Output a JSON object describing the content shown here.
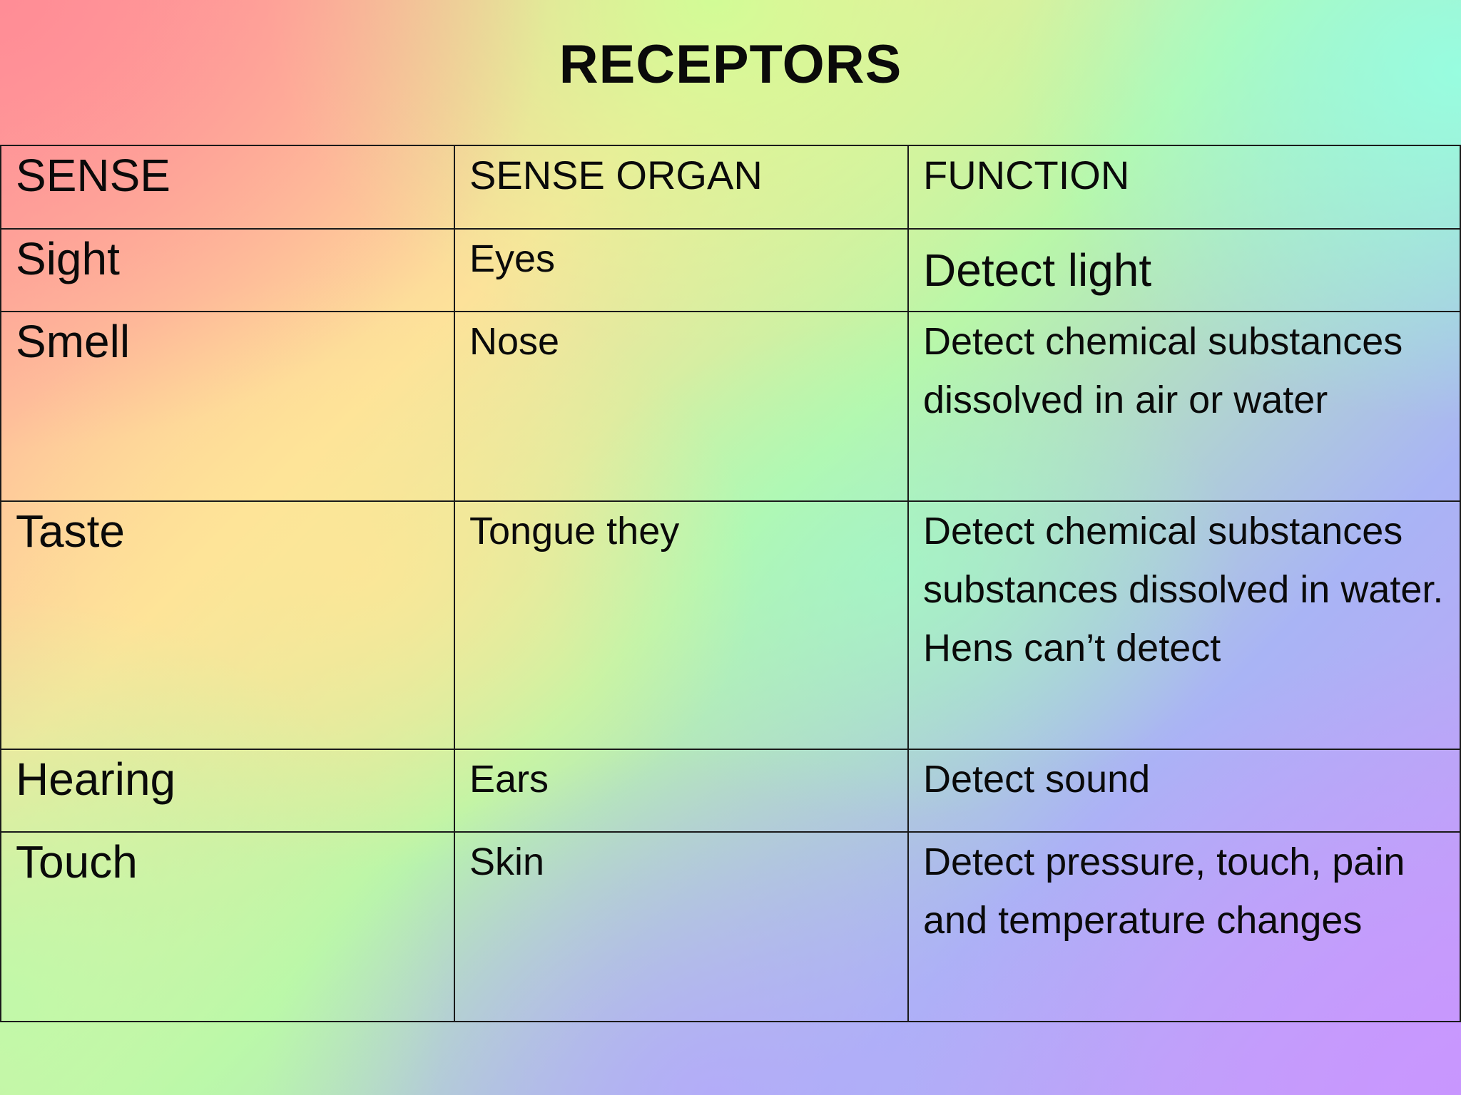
{
  "title": "RECEPTORS",
  "table": {
    "headers": [
      "SENSE",
      "SENSE ORGAN",
      "FUNCTION"
    ],
    "rows": [
      {
        "sense": "Sight",
        "organ": "Eyes",
        "function": "Detect light"
      },
      {
        "sense": "Smell",
        "organ": "Nose",
        "function": "Detect chemical substances dissolved in air or water"
      },
      {
        "sense": "Taste",
        "organ": "Tongue they",
        "function": "Detect chemical substances substances dissolved in water. Hens can’t detect"
      },
      {
        "sense": "Hearing",
        "organ": "Ears",
        "function": "Detect sound"
      },
      {
        "sense": "Touch",
        "organ": "Skin",
        "function": "Detect pressure, touch, pain and temperature changes"
      }
    ]
  }
}
